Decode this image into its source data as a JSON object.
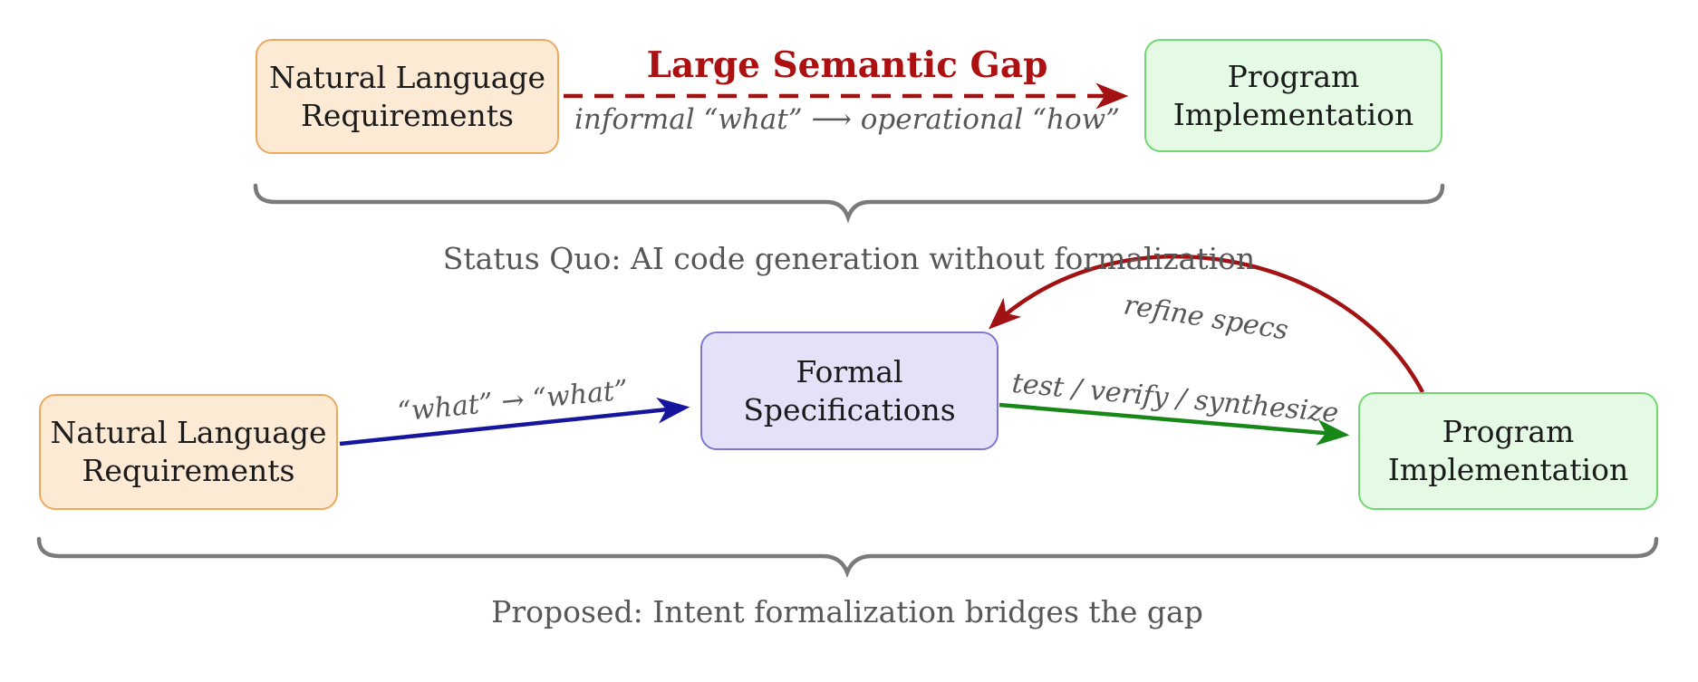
{
  "top_flow": {
    "nl_box": {
      "line1": "Natural Language",
      "line2": "Requirements"
    },
    "pi_box": {
      "line1": "Program",
      "line2": "Implementation"
    },
    "gap_title": "Large Semantic Gap",
    "gap_subtitle": "informal “what” ⟶ operational “how”"
  },
  "top_caption": "Status Quo: AI code generation without formalization",
  "bottom_flow": {
    "nl_box": {
      "line1": "Natural Language",
      "line2": "Requirements"
    },
    "fs_box": {
      "line1": "Formal",
      "line2": "Specifications"
    },
    "pi_box": {
      "line1": "Program",
      "line2": "Implementation"
    },
    "formalize_label": "“what” → “what”",
    "realize_label": "test / verify / synthesize",
    "refine_label": "refine specs"
  },
  "bottom_caption": "Proposed: Intent formalization bridges the gap",
  "colors": {
    "dark_red": "#a31212",
    "navy_blue": "#15159e",
    "green_arrow": "#178717",
    "brace_gray": "#7a7a7a",
    "caption_gray": "#575757",
    "orange_fill": "#fcead4",
    "orange_border": "#eca95e",
    "green_fill": "#e4fae4",
    "green_border": "#71d871",
    "purple_fill": "#e4e2f9",
    "purple_border": "#8078ce"
  }
}
